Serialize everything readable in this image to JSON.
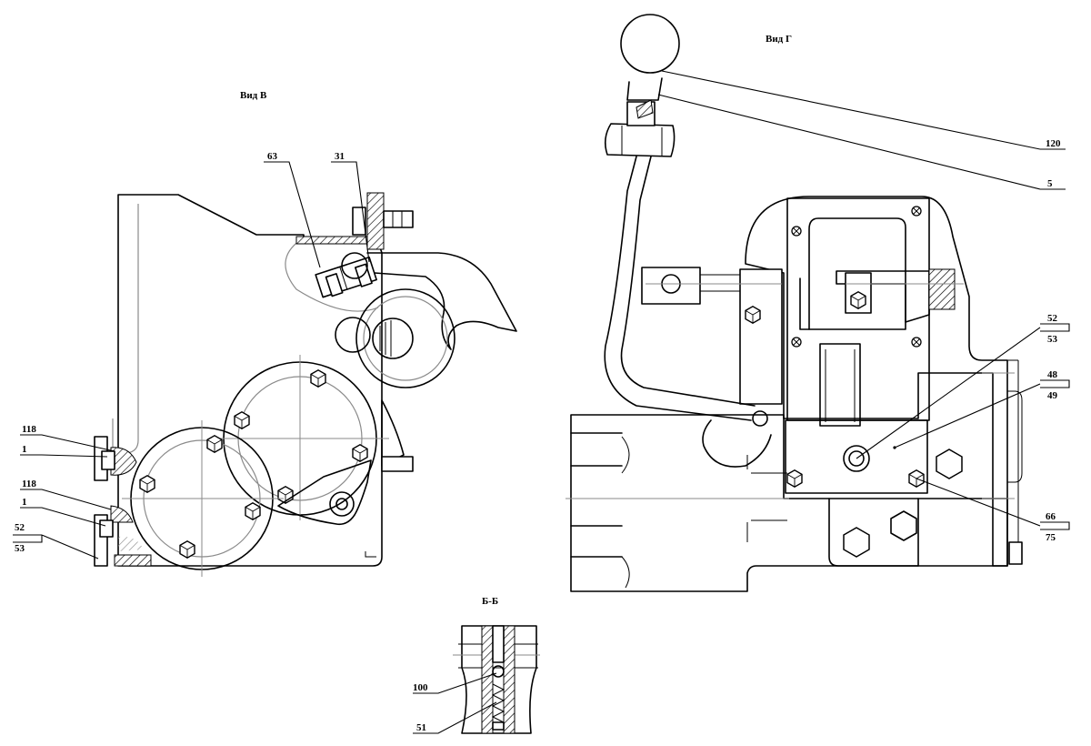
{
  "views": {
    "view_v": "Вид В",
    "view_g": "Вид Г",
    "section_bb": "Б-Б"
  },
  "callouts": {
    "c63": "63",
    "c31": "31",
    "c118a": "118",
    "c1a": "1",
    "c118b": "118",
    "c1b": "1",
    "c52a": "52",
    "c53a": "53",
    "c120": "120",
    "c5": "5",
    "c52b": "52",
    "c53b": "53",
    "c48": "48",
    "c49": "49",
    "c66": "66",
    "c75": "75",
    "c100": "100",
    "c51": "51"
  },
  "colors": {
    "line": "#000000",
    "hidden_line": "#8a8a8a",
    "background": "#ffffff"
  }
}
